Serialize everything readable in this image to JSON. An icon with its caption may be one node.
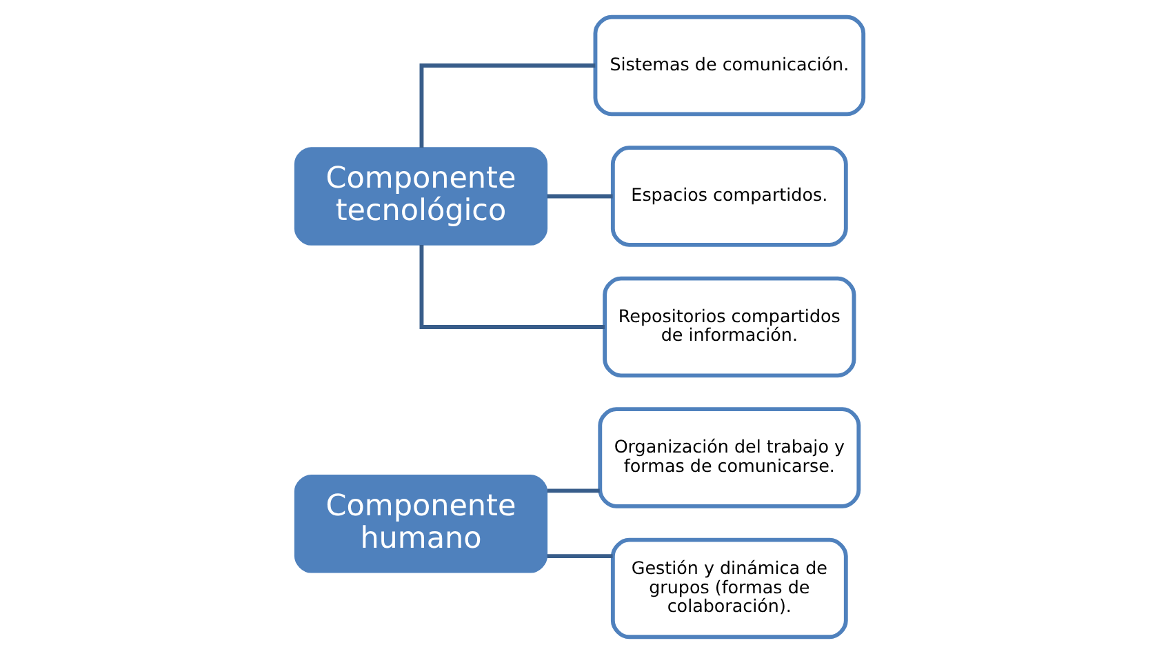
{
  "diagram": {
    "nodes": [
      {
        "text": [
          "Componente humano"
        ]
      },
      {
        "text": [
          "Organización del trabajo y formas de comunicarse."
        ]
      },
      {
        "text": [
          "Gestión y dinámica de grupos (formas de colaboración)."
        ]
      },
      {
        "text": [
          "Componente tecnológico"
        ]
      },
      {
        "text": [
          "Sistemas de comunicación."
        ]
      },
      {
        "text": [
          "Espacios compartidos."
        ]
      },
      {
        "text": [
          "Repositorios compartidos de información."
        ]
      }
    ],
    "edges": [
      {
        "from": 0,
        "to": 1,
        "arrow": "none"
      },
      {
        "from": 0,
        "to": 2,
        "arrow": "none"
      },
      {
        "from": 3,
        "to": 4,
        "arrow": "none"
      },
      {
        "from": 3,
        "to": 5,
        "arrow": "none"
      },
      {
        "from": 3,
        "to": 6,
        "arrow": "none"
      }
    ]
  }
}
